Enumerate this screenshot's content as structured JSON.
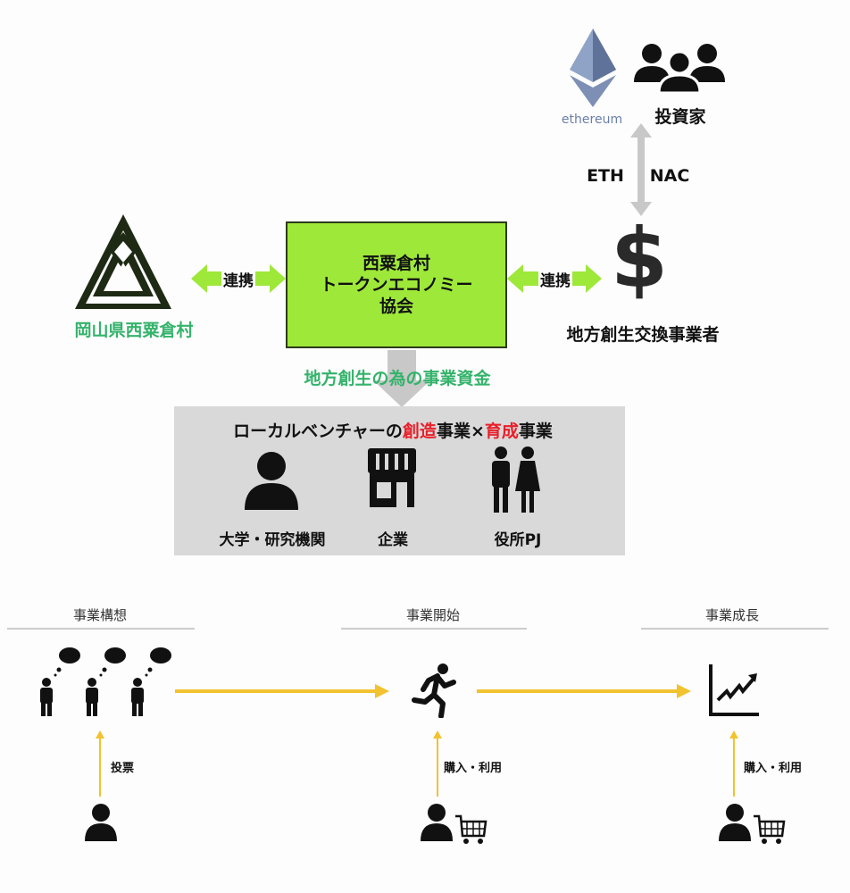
{
  "top": {
    "ethereum_label": "ethereum",
    "investors_label": "投資家",
    "eth_label": "ETH",
    "nac_label": "NAC"
  },
  "center": {
    "village_label": "岡山県西粟倉村",
    "link_left": "連携",
    "link_right": "連携",
    "association_lines": [
      "西粟倉村",
      "トークンエコノミー",
      "協会"
    ],
    "exchanger_label": "地方創生交換事業者",
    "funds_label": "地方創生の為の事業資金"
  },
  "venture_box": {
    "title_pre": "ローカルベンチャーの",
    "title_red1": "創造",
    "title_mid": "事業×",
    "title_red2": "育成",
    "title_post": "事業",
    "items": [
      "大学・研究機関",
      "企業",
      "役所PJ"
    ]
  },
  "flow": {
    "stages": [
      "事業構想",
      "事業開始",
      "事業成長"
    ],
    "actions": [
      "投票",
      "購入・利用",
      "購入・利用"
    ]
  },
  "colors": {
    "green_box": "#9ee83a",
    "green_text": "#34b36b",
    "accent_red": "#e8202a",
    "yellow_arrow": "#f2c230",
    "gray_box": "#d9d9d9"
  }
}
